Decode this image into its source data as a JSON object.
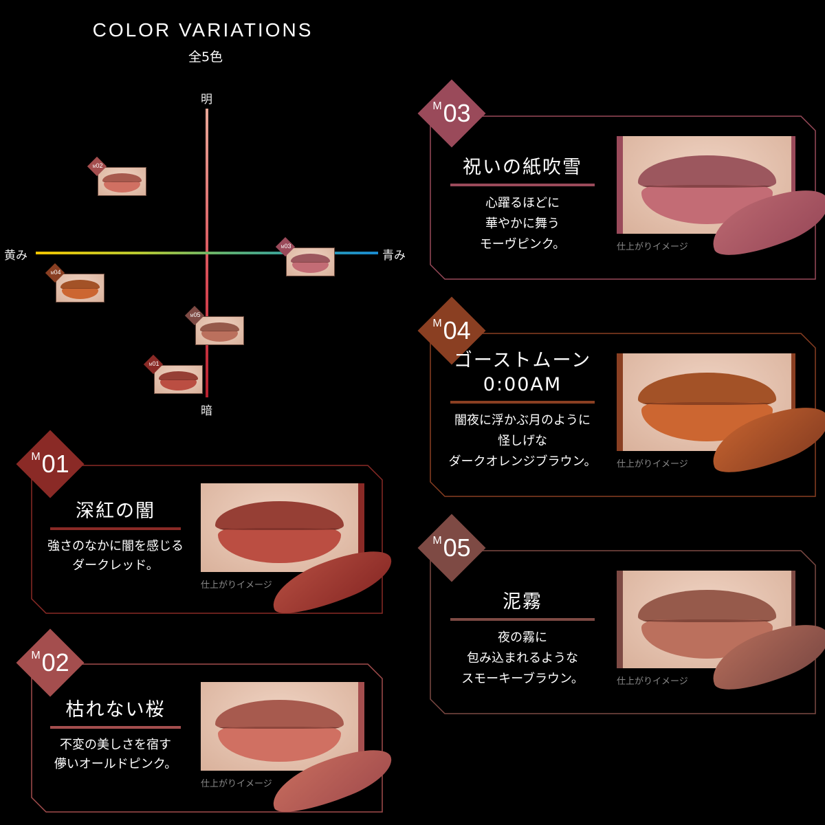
{
  "header": {
    "title": "COLOR VARIATIONS",
    "subtitle": "全5色"
  },
  "map": {
    "top_label": "明",
    "bottom_label": "暗",
    "left_label": "黄み",
    "right_label": "青み"
  },
  "badge_prefix": "M",
  "caption": "仕上がりイメージ",
  "products": [
    {
      "code": "01",
      "title": [
        "深紅の闇"
      ],
      "description": [
        "強さのなかに闇を感じる",
        "ダークレッド。"
      ],
      "color": "#8a2a26",
      "lip_color": "#b04a3e"
    },
    {
      "code": "02",
      "title": [
        "枯れない桜"
      ],
      "description": [
        "不変の美しさを宿す",
        "儚いオールドピンク。"
      ],
      "color": "#a44e4e",
      "lip_color": "#c46a5c"
    },
    {
      "code": "03",
      "title": [
        "祝いの紙吹雪"
      ],
      "description": [
        "心躍るほどに",
        "華やかに舞う",
        "モーヴピンク。"
      ],
      "color": "#9a4a5a",
      "lip_color": "#b8666e"
    },
    {
      "code": "04",
      "title": [
        "ゴーストムーン",
        "0:00AM"
      ],
      "description": [
        "闇夜に浮かぶ月のように",
        "怪しげな",
        "ダークオレンジブラウン。"
      ],
      "color": "#8a3f22",
      "lip_color": "#c0602e"
    },
    {
      "code": "05",
      "title": [
        "泥霧"
      ],
      "description": [
        "夜の霧に",
        "包み込まれるような",
        "スモーキーブラウン。"
      ],
      "color": "#7e4a44",
      "lip_color": "#b06a58"
    }
  ]
}
